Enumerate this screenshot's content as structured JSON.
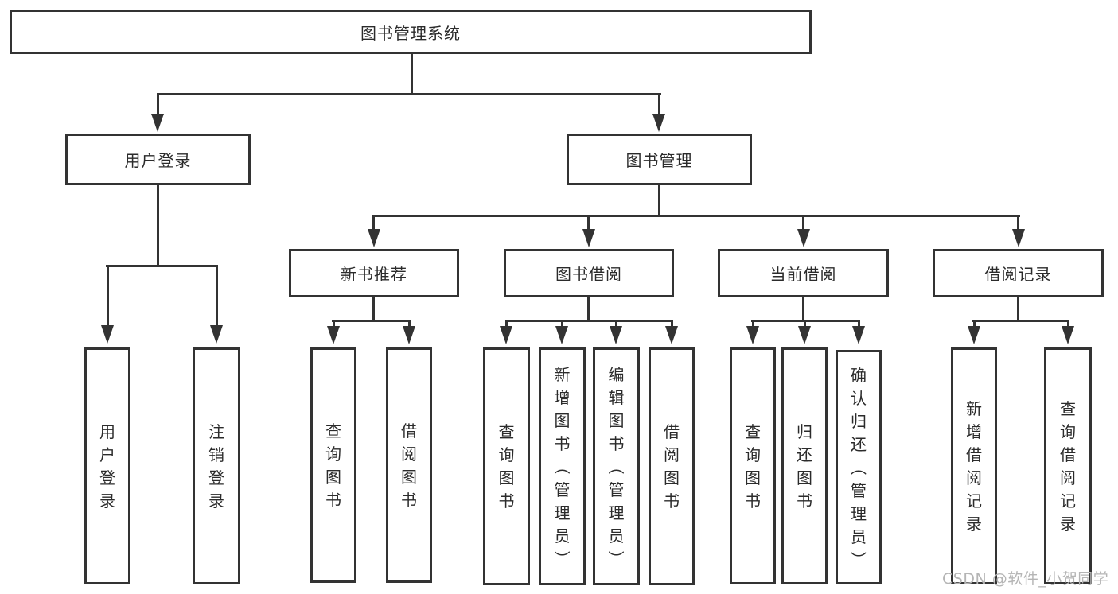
{
  "diagram": {
    "root": "图书管理系统",
    "user_login": {
      "label": "用户登录",
      "children": [
        "用户登录",
        "注销登录"
      ]
    },
    "book_mgmt": {
      "label": "图书管理",
      "groups": [
        {
          "label": "新书推荐",
          "children": [
            "查询图书",
            "借阅图书"
          ]
        },
        {
          "label": "图书借阅",
          "children": [
            "查询图书",
            "新增图书（管理员）",
            "编辑图书（管理员）",
            "借阅图书"
          ]
        },
        {
          "label": "当前借阅",
          "children": [
            "查询图书",
            "归还图书",
            "确认归还（管理员）"
          ]
        },
        {
          "label": "借阅记录",
          "children": [
            "新增借阅记录",
            "查询借阅记录"
          ]
        }
      ]
    }
  },
  "watermark": "CSDN @软件_小贺同学",
  "colors": {
    "line": "#333333",
    "text": "#2b2b2b",
    "watermark": "#b5b5b5",
    "background": "#ffffff"
  }
}
